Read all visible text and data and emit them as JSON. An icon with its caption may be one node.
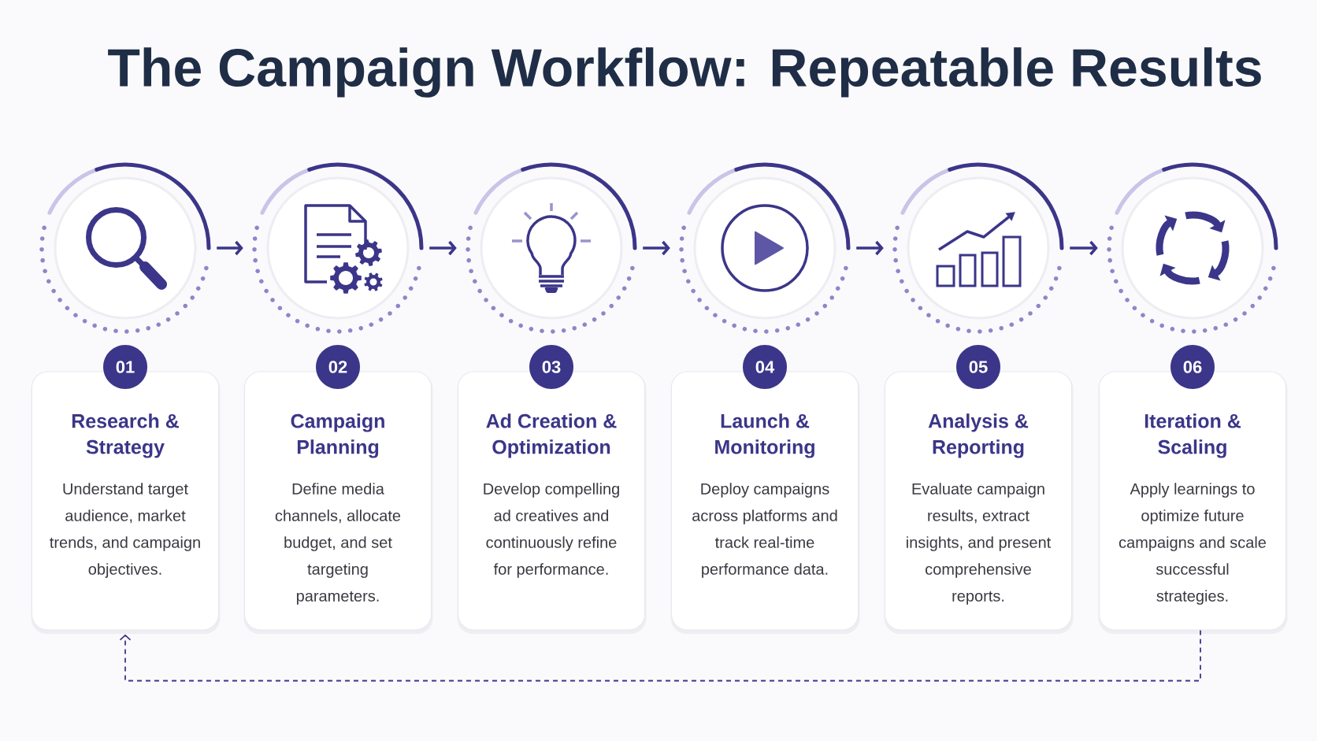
{
  "diagram": {
    "title": "The Campaign Workflow: Repeatable Results",
    "nodes": [
      {
        "text": [],
        "shape": "circle"
      },
      {
        "text": [
          "01"
        ]
      },
      {
        "text": [
          "Research & Strategy",
          "Understand target audience, market trends, and campaign objectives."
        ]
      },
      {
        "text": [],
        "shape": "circle"
      },
      {
        "text": [
          "02"
        ]
      },
      {
        "text": [
          "Campaign Planning",
          "Define media channels, allocate budget, and set targeting parameters."
        ]
      },
      {
        "text": [],
        "shape": "circle"
      },
      {
        "text": [
          "03"
        ]
      },
      {
        "text": [
          "Ad Creation & Optimization",
          "Develop compelling ad creatives and continuously refine for performance."
        ]
      },
      {
        "text": [],
        "shape": "circle"
      },
      {
        "text": [
          "04"
        ]
      },
      {
        "text": [
          "Launch & Monitoring",
          "Deploy campaigns across platforms and track real-time performance data."
        ]
      },
      {
        "text": [],
        "shape": "circle"
      },
      {
        "text": [
          "05"
        ]
      },
      {
        "text": [
          "Analysis & Reporting",
          "Evaluate campaign results, extract insights, and present comprehensive reports."
        ]
      },
      {
        "text": [],
        "shape": "circle"
      },
      {
        "text": [
          "06"
        ]
      },
      {
        "text": [
          "Iteration & Scaling",
          "Apply learnings to optimize future campaigns and scale successful strategies."
        ]
      }
    ],
    "edges": [
      {
        "from": 0,
        "to": 3,
        "arrow": "to"
      },
      {
        "from": 3,
        "to": 6,
        "arrow": "to"
      },
      {
        "from": 6,
        "to": 9,
        "arrow": "to"
      },
      {
        "from": 9,
        "to": 12,
        "arrow": "to"
      },
      {
        "from": 12,
        "to": 15,
        "arrow": "to"
      },
      {
        "from": 17,
        "to": 2,
        "arrow": "to",
        "style": "dashed"
      }
    ]
  }
}
